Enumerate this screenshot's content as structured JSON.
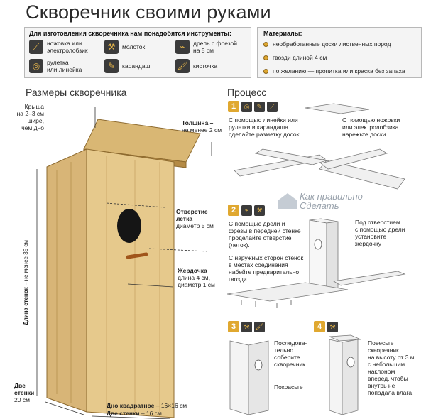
{
  "title": "Скворечник своими руками",
  "tools": {
    "heading": "Для изготовления скворечника нам понадобятся инструменты:",
    "items": [
      {
        "label": "ножовка или\nэлектролобзик",
        "icon": "saw-icon"
      },
      {
        "label": "молоток",
        "icon": "hammer-icon"
      },
      {
        "label": "дрель с фрезой\nна 5 см",
        "icon": "drill-icon"
      },
      {
        "label": "рулетка\nили линейка",
        "icon": "tape-measure-icon"
      },
      {
        "label": "карандаш",
        "icon": "pencil-icon"
      },
      {
        "label": "кисточка",
        "icon": "brush-icon"
      }
    ]
  },
  "materials": {
    "heading": "Материалы:",
    "items": [
      "необработанные доски лиственных пород",
      "гвозди длиной 4 см",
      "по желанию — пропитка или краска без запаха"
    ]
  },
  "dimensions": {
    "heading": "Размеры скворечника",
    "roof": "Крыша\nна 2–3 см\nшире,\nчем дно",
    "thickness_title": "Толщина –",
    "thickness_value": "не менее 2 см",
    "hole_title": "Отверстие",
    "hole_title2": "летка –",
    "hole_value": "диаметр 5 см",
    "perch_title": "Жердочка –",
    "perch_value": "длина 4 см,\nдиаметр 1 см",
    "wall_length_title": "Длина стенок",
    "wall_length_value": " – не менее 35 см",
    "two_walls_title": "Две\nстенки –",
    "two_walls_value": "20 см",
    "bottom_title": "Дно квадратное",
    "bottom_value": " – 16×16 см",
    "two_walls2_title": "Две стенки",
    "two_walls2_value": " – 16 см"
  },
  "process": {
    "heading": "Процесс",
    "steps": [
      {
        "num": "1",
        "text_a": "С помощью линейки или\nрулетки и карандаша\nсделайте разметку досок",
        "text_b": "С помощью ножовки\nили электролобзика\nнарежьте доски"
      },
      {
        "num": "2",
        "text_a": "С помощью дрели и\nфрезы в передней стенке\nпроделайте отверстие\n(леток).",
        "text_c": "С наружных сторон стенок\nв местах соединения\nнабейте предварительно\nгвозди",
        "text_b": "Под отверстием\nс помощью дрели\nустановите\nжердочку"
      },
      {
        "num": "3",
        "text_a": "Последова-\nтельно\nсоберите\nскворечник",
        "text_c": "Покрасьте"
      },
      {
        "num": "4",
        "text_a": "Повесьте\nскворечник\nна высоту от 3 м\nс небольшим\nнаклоном\nвперед, чтобы\nвнутрь не\nпопадала влага"
      }
    ]
  },
  "watermark": {
    "line1": "Как правильно",
    "line2": "Сделать"
  }
}
